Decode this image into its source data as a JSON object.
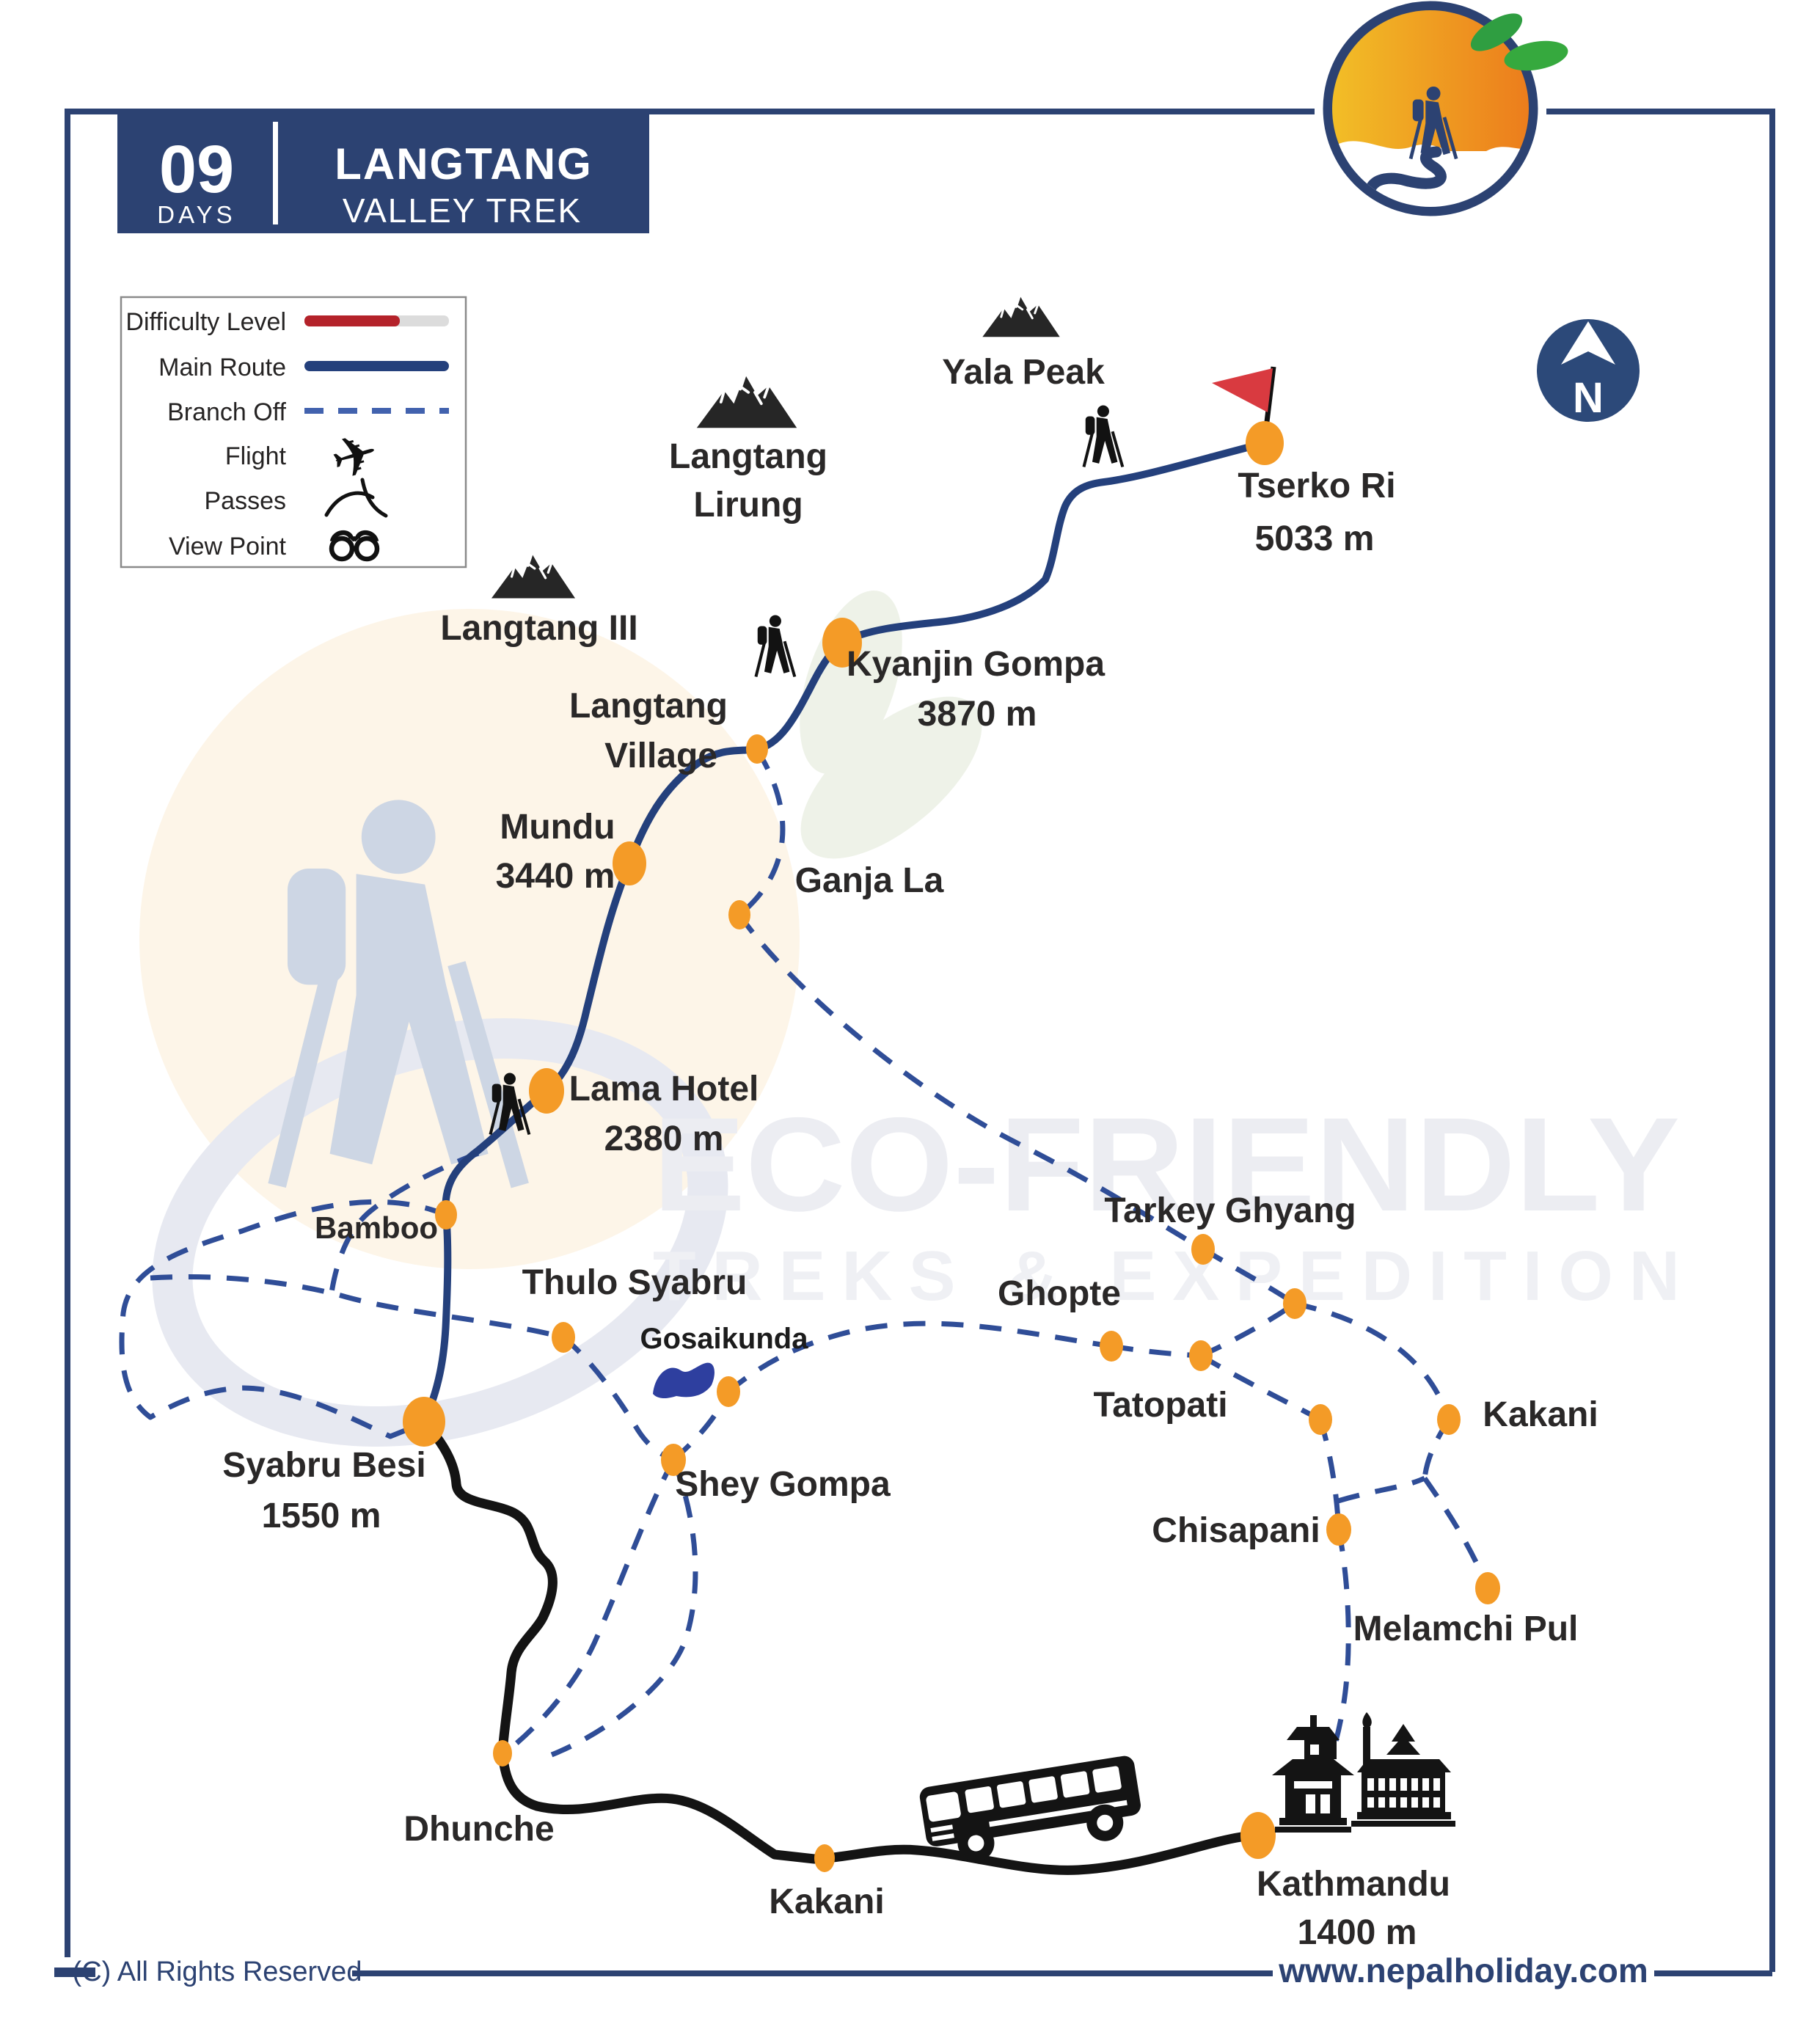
{
  "header": {
    "days_value": "09",
    "days_label": "DAYS",
    "title_line1": "LANGTANG",
    "title_line2": "VALLEY TREK"
  },
  "legend": {
    "difficulty": "Difficulty Level",
    "main_route": "Main Route",
    "branch_off": "Branch Off",
    "flight": "Flight",
    "passes": "Passes",
    "view_point": "View Point",
    "flight_icon": "plane-icon",
    "view_point_icon": "binoculars-icon"
  },
  "compass": {
    "label": "N"
  },
  "peaks": {
    "yala": "Yala Peak",
    "lirung_line1": "Langtang",
    "lirung_line2": "Lirung",
    "langtang3": "Langtang III"
  },
  "points": {
    "tserko_name": "Tserko Ri",
    "tserko_elev": "5033 m",
    "kyanjin_name": "Kyanjin Gompa",
    "kyanjin_elev": "3870 m",
    "village_line1": "Langtang",
    "village_line2": "Village",
    "mundu_name": "Mundu",
    "mundu_elev": "3440 m",
    "ganja_la": "Ganja La",
    "lama_name": "Lama Hotel",
    "lama_elev": "2380 m",
    "bamboo": "Bamboo",
    "thulo_syabru": "Thulo Syabru",
    "gosaikunda": "Gosaikunda",
    "shey_gompa": "Shey Gompa",
    "syabru_name": "Syabru Besi",
    "syabru_elev": "1550 m",
    "dhunche": "Dhunche",
    "kakani_south": "Kakani",
    "kathmandu_name": "Kathmandu",
    "kathmandu_elev": "1400 m",
    "tarkey_ghyang": "Tarkey Ghyang",
    "ghopte": "Ghopte",
    "tatopati": "Tatopati",
    "chisapani": "Chisapani",
    "kakani_east": "Kakani",
    "melamchi_pul": "Melamchi Pul"
  },
  "watermark": {
    "line1": "ECO-FRIENDLY",
    "line2": "TREKS & EXPEDITION"
  },
  "footer": {
    "copyright": "(C) All Rights Reserved",
    "website": "www.nepalholiday.com"
  },
  "colors": {
    "navy": "#2c4272",
    "route": "#24407c",
    "dashed": "#2f4d97",
    "orange": "#f49b27",
    "red": "#b4222a",
    "flagred": "#d93a40",
    "lake": "#2e3f9f",
    "ink": "#141414"
  }
}
